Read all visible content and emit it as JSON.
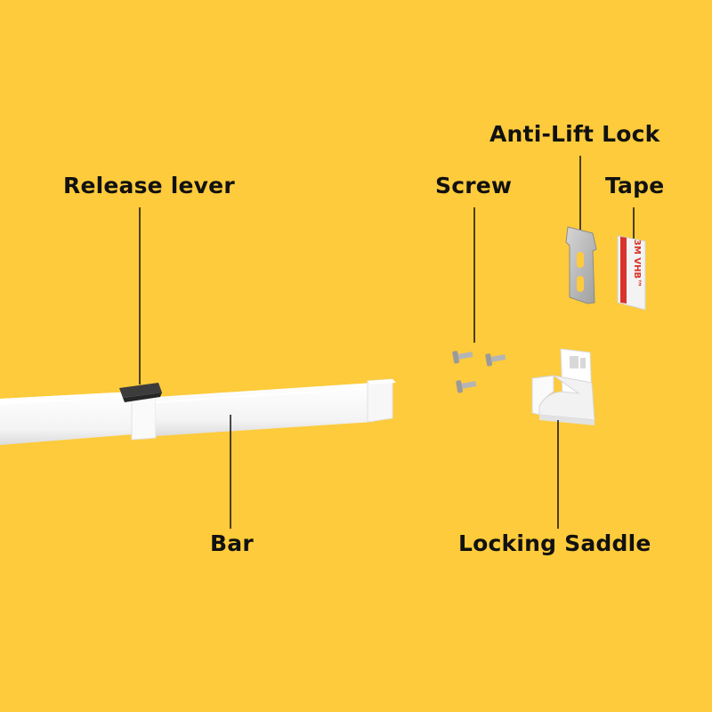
{
  "background_color": "#FDCB3B",
  "labels": {
    "release_lever": "Release lever",
    "screw": "Screw",
    "anti_lift_lock": "Anti-Lift Lock",
    "tape": "Tape",
    "bar": "Bar",
    "locking_saddle": "Locking Saddle"
  },
  "tape_print": "3M VHB™",
  "colors": {
    "bar": "#FFFFFF",
    "bar_shade": "#E6E6E6",
    "lever": "#3C3C3C",
    "metal": "#BDBDBD",
    "tape_logo": "#D9342B",
    "leader_line": "#111111"
  },
  "icons": {
    "bar": "bar-illustration",
    "release_lever": "release-lever-illustration",
    "screws": "screw-illustration",
    "anti_lift_lock": "anti-lift-lock-illustration",
    "tape": "tape-illustration",
    "locking_saddle": "locking-saddle-illustration"
  }
}
